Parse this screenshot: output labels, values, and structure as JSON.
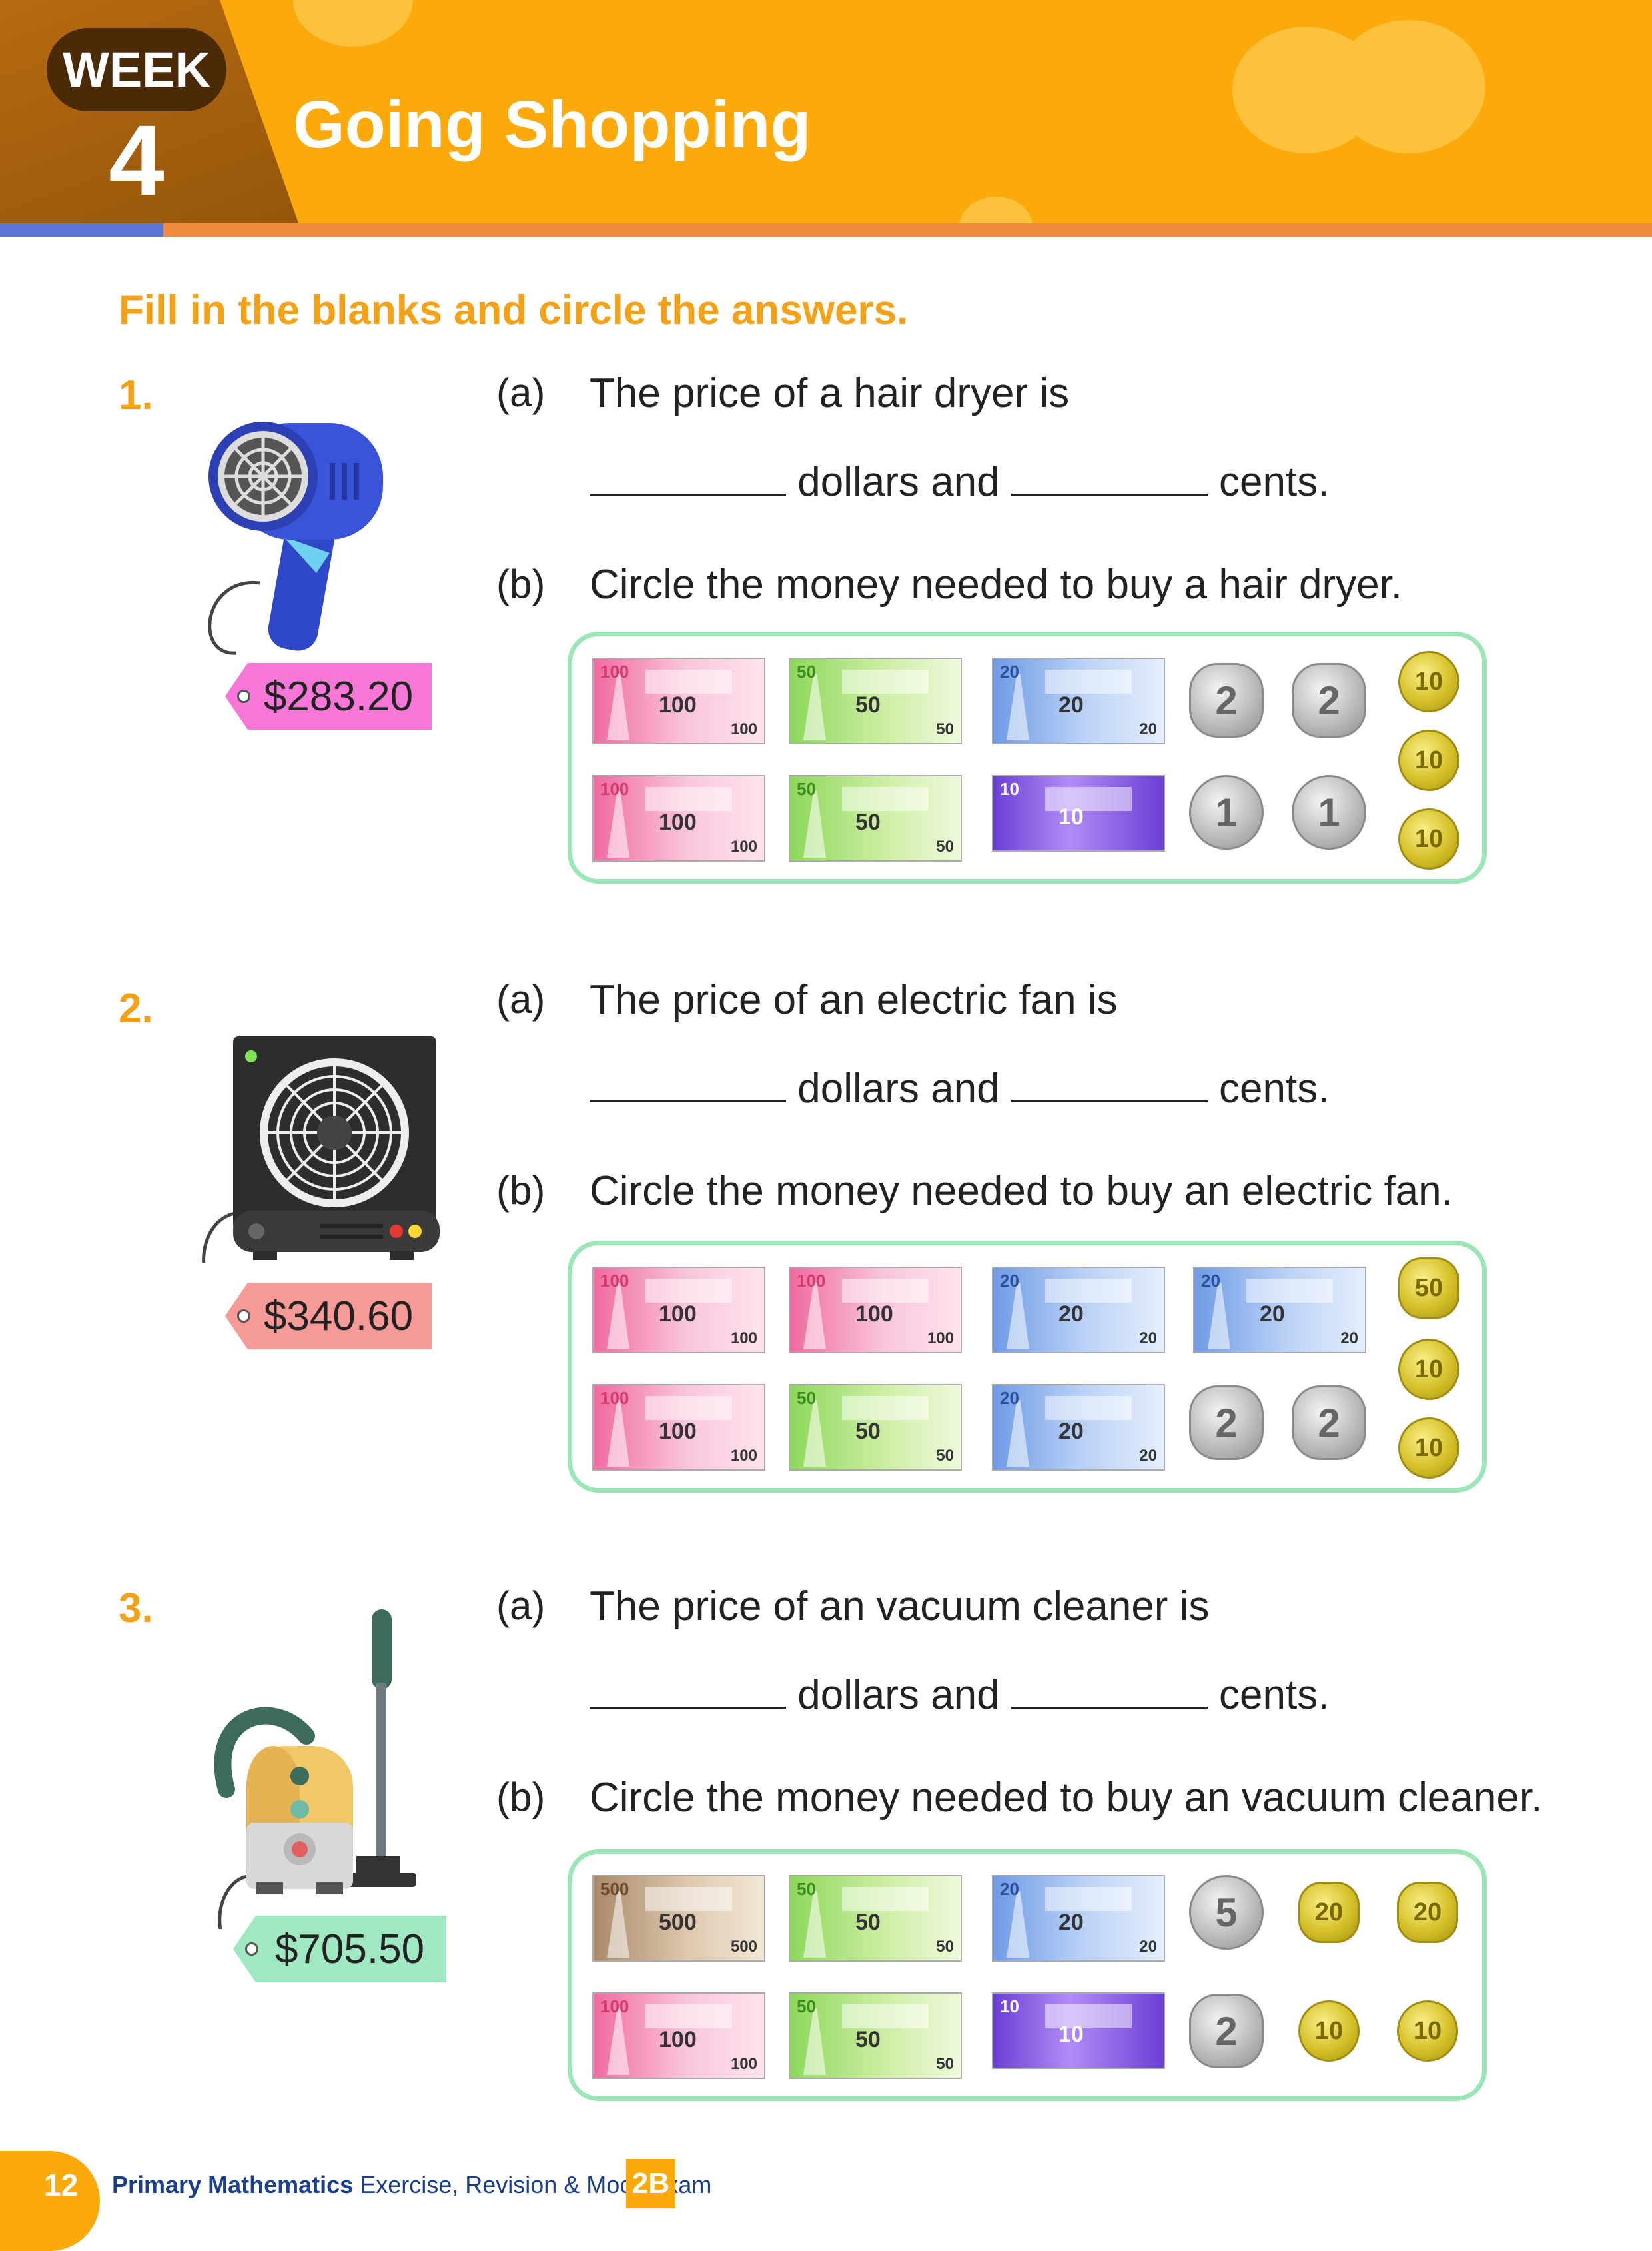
{
  "header": {
    "week_label": "WEEK",
    "week_number": "4",
    "title": "Going Shopping",
    "accent_color": "#fca90c"
  },
  "instruction": "Fill in the blanks and circle the answers.",
  "questions": [
    {
      "number": "1.",
      "item_icon": "hair-dryer-icon",
      "price": "$283.20",
      "tag_color": "#f777d8",
      "part_a_label": "(a)",
      "part_a_text": "The price of a hair dryer is",
      "blank_line_mid": "dollars and",
      "blank_line_end": "cents.",
      "part_b_label": "(b)",
      "part_b_text": "Circle the money needed to buy a hair dryer.",
      "notes_row1": [
        "100",
        "50",
        "20"
      ],
      "notes_row2": [
        "100",
        "50",
        "10"
      ],
      "coins_silver_row1": [
        "2",
        "2"
      ],
      "coins_silver_row2": [
        "1",
        "1"
      ],
      "coins_gold": [
        "10",
        "10",
        "10"
      ]
    },
    {
      "number": "2.",
      "item_icon": "electric-fan-icon",
      "price": "$340.60",
      "tag_color": "#f59a96",
      "part_a_label": "(a)",
      "part_a_text": "The price of an electric fan is",
      "blank_line_mid": "dollars and",
      "blank_line_end": "cents.",
      "part_b_label": "(b)",
      "part_b_text": "Circle the money needed to buy an electric fan.",
      "notes_row1": [
        "100",
        "100",
        "20",
        "20"
      ],
      "notes_row2": [
        "100",
        "50",
        "20"
      ],
      "coins_silver_row2": [
        "2",
        "2"
      ],
      "coins_gold": [
        "50",
        "10",
        "10"
      ]
    },
    {
      "number": "3.",
      "item_icon": "vacuum-cleaner-icon",
      "price": "$705.50",
      "tag_color": "#9fe8c2",
      "part_a_label": "(a)",
      "part_a_text": "The price of an vacuum cleaner is",
      "blank_line_mid": "dollars and",
      "blank_line_end": "cents.",
      "part_b_label": "(b)",
      "part_b_text": "Circle the money needed to buy an vacuum cleaner.",
      "notes_row1": [
        "500",
        "50",
        "20"
      ],
      "notes_row2": [
        "100",
        "50",
        "10"
      ],
      "coins_silver_row1": [
        "5"
      ],
      "coins_gold_row1": [
        "20",
        "20"
      ],
      "coins_silver_row2": [
        "2"
      ],
      "coins_gold_row2": [
        "10",
        "10"
      ]
    }
  ],
  "footer": {
    "page_number": "12",
    "book_title": "Primary Mathematics",
    "book_subtitle": "Exercise, Revision & Mock Exam",
    "grade_badge": "2B"
  }
}
